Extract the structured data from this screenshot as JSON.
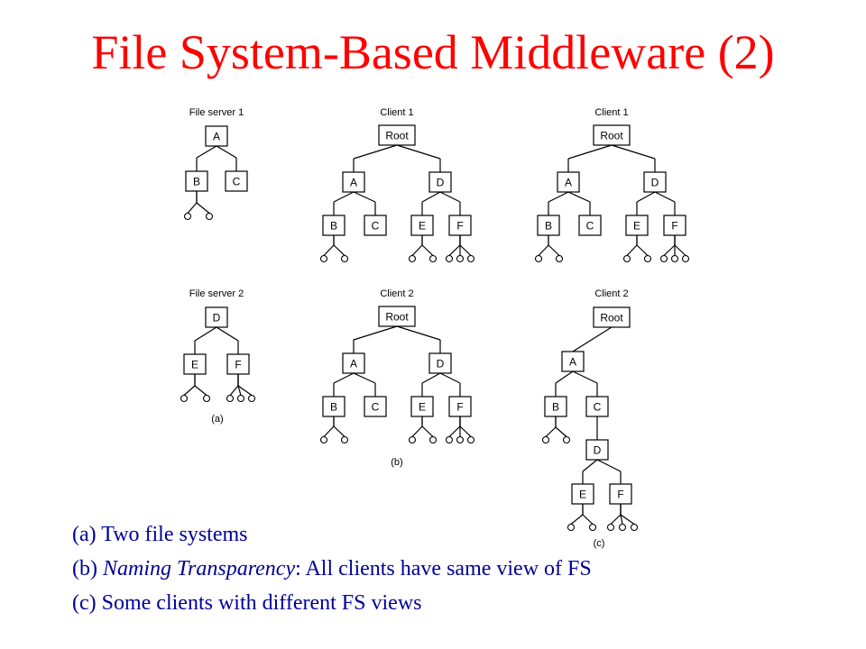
{
  "slide": {
    "title": "File System-Based Middleware (2)",
    "title_color": "#ff0000",
    "caption_color": "#000099"
  },
  "diagram": {
    "labels": {
      "fs1": "File server 1",
      "fs2": "File server 2",
      "b_client1": "Client 1",
      "b_client2": "Client 2",
      "c_client1": "Client 1",
      "c_client2": "Client 2",
      "part_a": "(a)",
      "part_b": "(b)",
      "part_c": "(c)"
    },
    "nodes": {
      "A": "A",
      "B": "B",
      "C": "C",
      "D": "D",
      "E": "E",
      "F": "F",
      "Root": "Root"
    }
  },
  "captions": {
    "a": {
      "prefix": "(a)",
      "text": " Two file systems"
    },
    "b": {
      "prefix": "(b) ",
      "italic": "Naming Transparency",
      "text": ": All clients have same view of FS"
    },
    "c": {
      "prefix": "(c)",
      "text": " Some clients with different FS views"
    }
  }
}
